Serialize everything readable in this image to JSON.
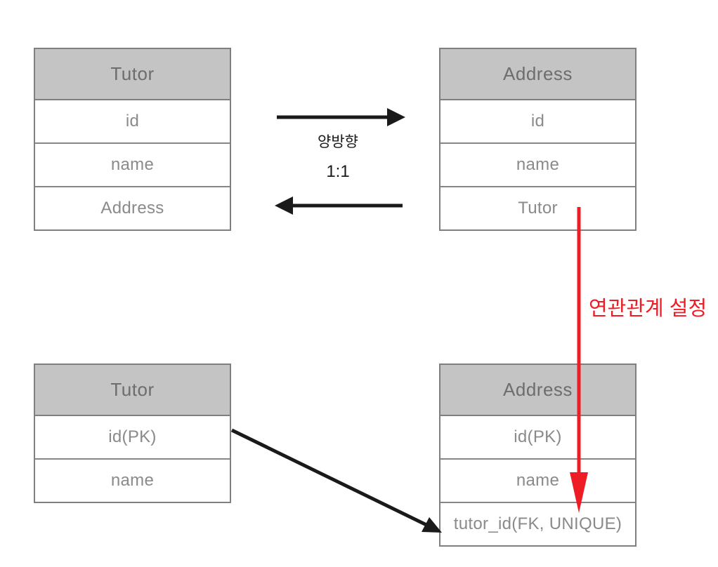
{
  "diagram": {
    "title_hint": "JPA one-to-one bidirectional mapping diagram",
    "top_left_table": {
      "title": "Tutor",
      "rows": [
        "id",
        "name",
        "Address"
      ]
    },
    "top_right_table": {
      "title": "Address",
      "rows": [
        "id",
        "name",
        "Tutor"
      ]
    },
    "bottom_left_table": {
      "title": "Tutor",
      "rows": [
        "id(PK)",
        "name"
      ]
    },
    "bottom_right_table": {
      "title": "Address",
      "rows": [
        "id(PK)",
        "name",
        "tutor_id(FK, UNIQUE)"
      ]
    },
    "labels": {
      "direction": "양방향",
      "cardinality": "1:1",
      "relation_note": "연관관계 설정"
    },
    "colors": {
      "header_bg": "#c4c4c4",
      "table_border": "#7f7f7f",
      "header_text": "#6d6d6d",
      "row_text": "#8a8a8a",
      "arrow_black": "#1a1a1a",
      "arrow_red": "#ee1c25"
    }
  }
}
